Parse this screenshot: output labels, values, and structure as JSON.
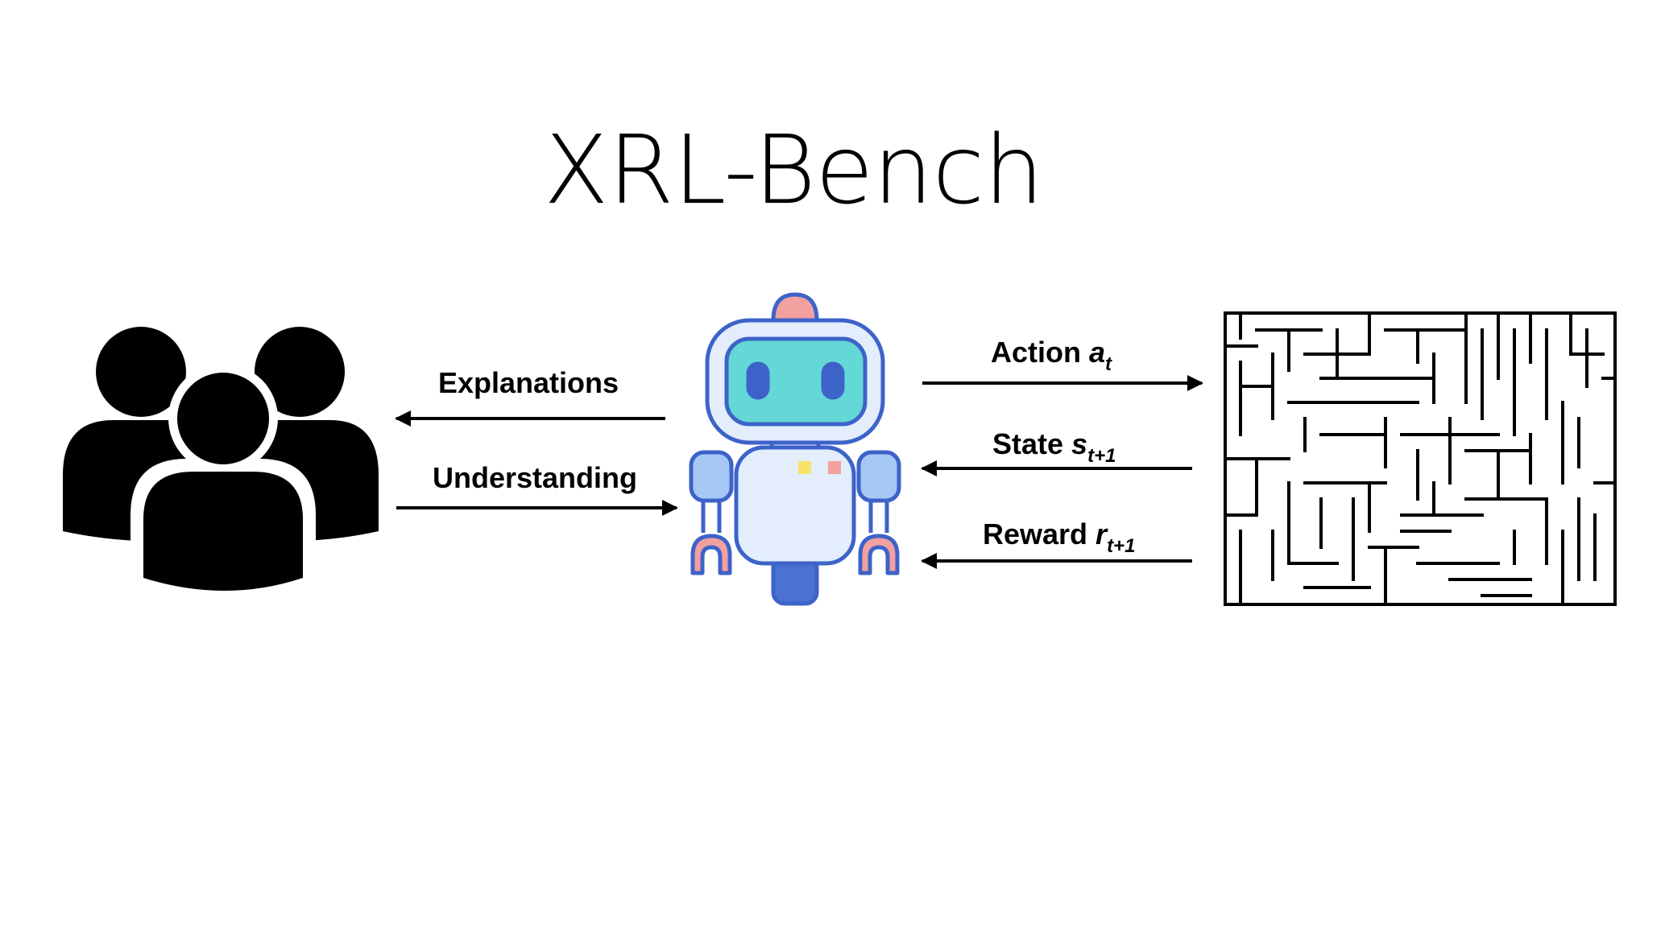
{
  "title": "XRL-Bench",
  "left_labels": {
    "explanations": "Explanations",
    "understanding": "Understanding"
  },
  "right_labels": {
    "action": {
      "text": "Action ",
      "var": "a",
      "sub": "t"
    },
    "state": {
      "text": "State ",
      "var": "s",
      "sub": "t+1"
    },
    "reward": {
      "text": "Reward ",
      "var": "r",
      "sub": "t+1"
    }
  },
  "icons": {
    "users": "users-group-icon",
    "agent": "robot-agent-icon",
    "environment": "maze-environment-icon"
  },
  "colors": {
    "arrow": "#000000",
    "robot_outline": "#3d63c9",
    "robot_screen": "#63d8d6",
    "robot_body": "#e3edfb",
    "robot_arm": "#a6c8f5",
    "robot_accent": "#f2a0a0",
    "robot_base": "#4b72d2",
    "robot_light_yellow": "#f7e26b"
  }
}
